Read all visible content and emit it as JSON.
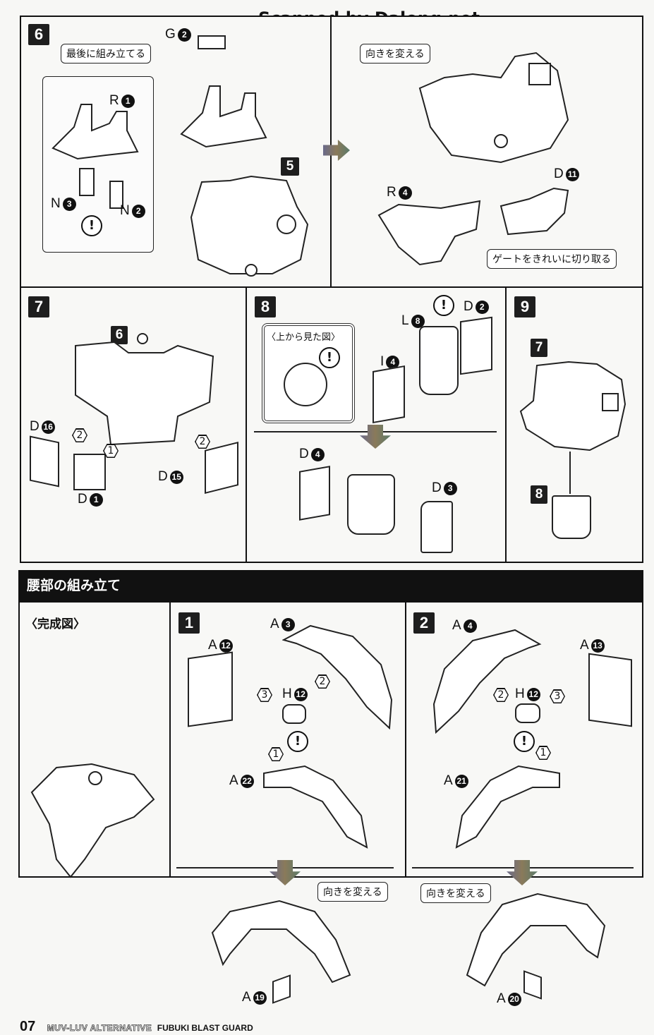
{
  "watermark": "Scanned by Dalong.net",
  "top_panel": {
    "left": {
      "step": "6",
      "note": "最後に組み立てる",
      "labels": [
        {
          "letter": "G",
          "num": "2"
        },
        {
          "letter": "R",
          "num": "1"
        },
        {
          "letter": "N",
          "num": "3"
        },
        {
          "letter": "N",
          "num": "2"
        }
      ],
      "ref_step": "5",
      "warning": "!"
    },
    "right": {
      "note_turn": "向きを変える",
      "labels": [
        {
          "letter": "R",
          "num": "4"
        },
        {
          "letter": "D",
          "num": "11"
        }
      ],
      "note_gate": "ゲートをきれいに切り取る"
    }
  },
  "middle_panels": {
    "step7": {
      "step": "7",
      "ref_step": "6",
      "labels": [
        {
          "letter": "D",
          "num": "16"
        },
        {
          "letter": "D",
          "num": "1"
        },
        {
          "letter": "D",
          "num": "15"
        }
      ],
      "order": [
        "2",
        "1",
        "2"
      ]
    },
    "step8": {
      "step": "8",
      "top_view_label": "〈上から見た図〉",
      "warning": "!",
      "labels": [
        {
          "letter": "L",
          "num": "8"
        },
        {
          "letter": "D",
          "num": "2"
        },
        {
          "letter": "I",
          "num": "4"
        },
        {
          "letter": "D",
          "num": "4"
        },
        {
          "letter": "D",
          "num": "3"
        }
      ]
    },
    "step9": {
      "step": "9",
      "ref_top": "7",
      "ref_bottom": "8"
    }
  },
  "section": {
    "title": "腰部の組み立て",
    "completed_label": "〈完成図〉",
    "step1": {
      "step": "1",
      "labels": [
        {
          "letter": "A",
          "num": "3"
        },
        {
          "letter": "A",
          "num": "12"
        },
        {
          "letter": "H",
          "num": "12"
        },
        {
          "letter": "A",
          "num": "22"
        },
        {
          "letter": "A",
          "num": "19"
        }
      ],
      "order": [
        "3",
        "2",
        "1"
      ],
      "note_turn": "向きを変える"
    },
    "step2": {
      "step": "2",
      "labels": [
        {
          "letter": "A",
          "num": "4"
        },
        {
          "letter": "A",
          "num": "13"
        },
        {
          "letter": "H",
          "num": "12"
        },
        {
          "letter": "A",
          "num": "21"
        },
        {
          "letter": "A",
          "num": "20"
        }
      ],
      "order": [
        "2",
        "3",
        "1"
      ],
      "note_turn": "向きを変える"
    }
  },
  "footer": {
    "page": "07",
    "series": "MUV-LUV ALTERNATIVE",
    "product": "FUBUKI BLAST GUARD"
  }
}
